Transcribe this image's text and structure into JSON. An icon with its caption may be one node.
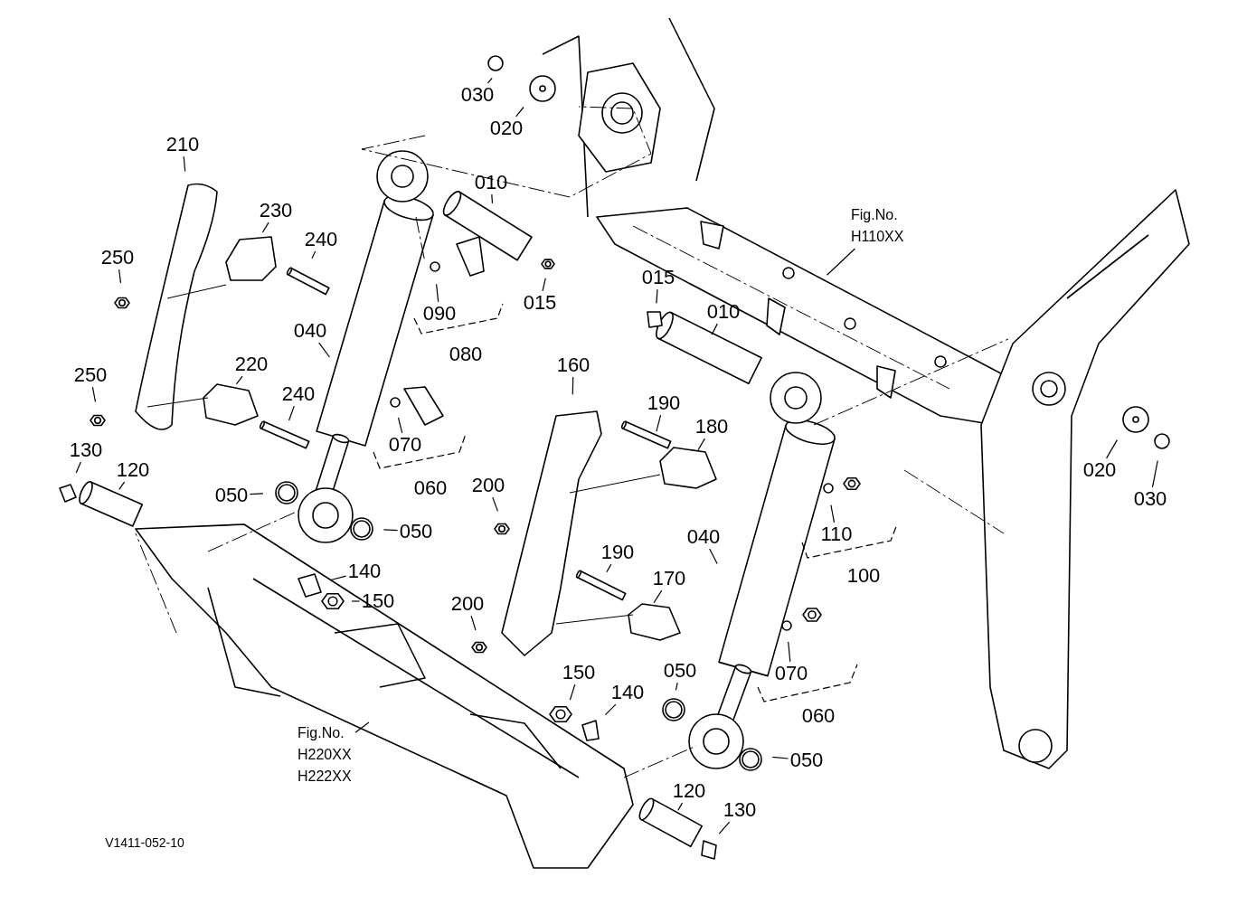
{
  "diagram": {
    "nodes": [
      {
        "text": [
          "030"
        ]
      },
      {
        "text": [
          "020"
        ]
      },
      {
        "text": [
          "210"
        ]
      },
      {
        "text": [
          "010"
        ]
      },
      {
        "text": [
          "230"
        ]
      },
      {
        "text": [
          "Fig.No. H110XX"
        ]
      },
      {
        "text": [
          "240"
        ]
      },
      {
        "text": [
          "250"
        ]
      },
      {
        "text": [
          "015"
        ]
      },
      {
        "text": [
          "015"
        ]
      },
      {
        "text": [
          "010"
        ]
      },
      {
        "text": [
          "090"
        ]
      },
      {
        "text": [
          "040"
        ]
      },
      {
        "text": [
          "160"
        ]
      },
      {
        "text": [
          "220"
        ]
      },
      {
        "text": [
          "250"
        ]
      },
      {
        "text": [
          "240"
        ]
      },
      {
        "text": [
          "190"
        ]
      },
      {
        "text": [
          "180"
        ]
      },
      {
        "text": [
          "070"
        ]
      },
      {
        "text": [
          "130"
        ]
      },
      {
        "text": [
          "120"
        ]
      },
      {
        "text": [
          "020"
        ]
      },
      {
        "text": [
          "200"
        ]
      },
      {
        "text": [
          "050"
        ]
      },
      {
        "text": [
          "030"
        ]
      },
      {
        "text": [
          "050"
        ]
      },
      {
        "text": [
          "110"
        ]
      },
      {
        "text": [
          "040"
        ]
      },
      {
        "text": [
          "190"
        ]
      },
      {
        "text": [
          "140"
        ]
      },
      {
        "text": [
          "170"
        ]
      },
      {
        "text": [
          "150"
        ]
      },
      {
        "text": [
          "200"
        ]
      },
      {
        "text": [
          "050"
        ]
      },
      {
        "text": [
          "150"
        ]
      },
      {
        "text": [
          "070"
        ]
      },
      {
        "text": [
          "140"
        ]
      },
      {
        "text": [
          "Fig.No. H220XX H222XX"
        ]
      },
      {
        "text": [
          "050"
        ]
      },
      {
        "text": [
          "120"
        ]
      },
      {
        "text": [
          "130"
        ]
      }
    ],
    "edges": [
      {
        "from": 0,
        "to": null,
        "arrow": "none"
      },
      {
        "from": 1,
        "to": null,
        "arrow": "none"
      },
      {
        "from": 2,
        "to": null,
        "arrow": "none"
      },
      {
        "from": 3,
        "to": null,
        "arrow": "none"
      },
      {
        "from": 4,
        "to": null,
        "arrow": "none"
      },
      {
        "from": 5,
        "to": null,
        "arrow": "none"
      },
      {
        "from": 6,
        "to": null,
        "arrow": "none"
      },
      {
        "from": 7,
        "to": null,
        "arrow": "none"
      },
      {
        "from": 8,
        "to": null,
        "arrow": "none"
      },
      {
        "from": 9,
        "to": null,
        "arrow": "none"
      },
      {
        "from": 10,
        "to": null,
        "arrow": "none"
      },
      {
        "from": 11,
        "to": null,
        "arrow": "none"
      },
      {
        "from": 12,
        "to": null,
        "arrow": "none"
      },
      {
        "from": 13,
        "to": null,
        "arrow": "none"
      },
      {
        "from": 14,
        "to": null,
        "arrow": "none"
      },
      {
        "from": 15,
        "to": null,
        "arrow": "none"
      },
      {
        "from": 16,
        "to": null,
        "arrow": "none"
      },
      {
        "from": 17,
        "to": null,
        "arrow": "none"
      },
      {
        "from": 18,
        "to": null,
        "arrow": "none"
      },
      {
        "from": 19,
        "to": null,
        "arrow": "none"
      },
      {
        "from": 20,
        "to": null,
        "arrow": "none"
      },
      {
        "from": 21,
        "to": null,
        "arrow": "none"
      },
      {
        "from": 22,
        "to": null,
        "arrow": "none"
      },
      {
        "from": 23,
        "to": null,
        "arrow": "none"
      },
      {
        "from": 24,
        "to": null,
        "arrow": "none"
      },
      {
        "from": 25,
        "to": null,
        "arrow": "none"
      },
      {
        "from": 26,
        "to": null,
        "arrow": "none"
      },
      {
        "from": 27,
        "to": null,
        "arrow": "none"
      },
      {
        "from": 28,
        "to": null,
        "arrow": "none"
      },
      {
        "from": 29,
        "to": null,
        "arrow": "none"
      },
      {
        "from": 30,
        "to": null,
        "arrow": "none"
      },
      {
        "from": 31,
        "to": null,
        "arrow": "none"
      },
      {
        "from": 32,
        "to": null,
        "arrow": "none"
      },
      {
        "from": 33,
        "to": null,
        "arrow": "none"
      },
      {
        "from": 34,
        "to": null,
        "arrow": "none"
      },
      {
        "from": 35,
        "to": null,
        "arrow": "none"
      },
      {
        "from": 36,
        "to": null,
        "arrow": "none"
      },
      {
        "from": 37,
        "to": null,
        "arrow": "none"
      },
      {
        "from": 38,
        "to": null,
        "arrow": "none"
      },
      {
        "from": 39,
        "to": null,
        "arrow": "none"
      },
      {
        "from": 40,
        "to": null,
        "arrow": "none"
      },
      {
        "from": 41,
        "to": null,
        "arrow": "none"
      }
    ],
    "labels": [
      "080",
      "060",
      "100",
      "060",
      "V1411-052-10"
    ]
  }
}
